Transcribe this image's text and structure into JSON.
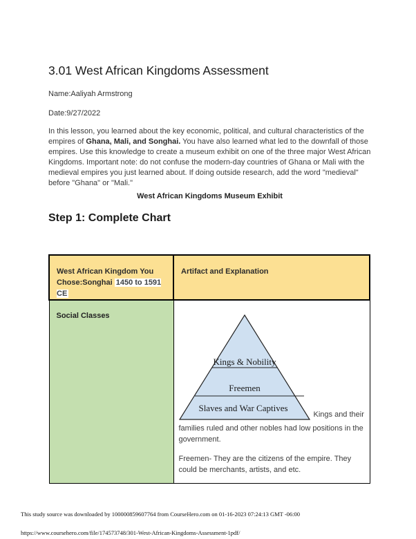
{
  "page": {
    "title": "3.01 West African Kingdoms Assessment",
    "name_line": "Name:Aaliyah Armstrong",
    "date_line": "Date:9/27/2022",
    "intro": {
      "pre_bold": "In this lesson, you learned about the key economic, political, and cultural characteristics of the empires of ",
      "bold": "Ghana, Mali, and Songhai.",
      "post_bold": " You have also learned what led to the downfall of those empires. Use this knowledge to create a museum exhibit on one of the three major West African Kingdoms. Important note: do not confuse the modern-day countries of Ghana or Mali with the medieval empires you just learned about. If doing outside research, add the word \"medieval\" before \"Ghana\" or \"Mali.\"",
      "exhibit_heading": "West African Kingdoms Museum Exhibit",
      "step_heading": "Step 1: Complete Chart"
    }
  },
  "table": {
    "header": {
      "col1_pre": "West African Kingdom You Chose:Songhai ",
      "col1_highlight": "1450 to 1591 CE",
      "col2": "Artifact and Explanation"
    },
    "row": {
      "label": "Social Classes",
      "pyramid_levels": {
        "top": "Kings & Nobility",
        "middle": "Freemen",
        "bottom": "Slaves and War Captives"
      },
      "caption_inline": "Kings and their",
      "caption_rest": "families ruled and other nobles had low positions in the government.",
      "caption_para2": "Freemen- They are the citizens of the empire. They could be merchants, artists, and etc."
    }
  },
  "colors": {
    "header_bg": "#fce093",
    "row_bg": "#c4dfaf",
    "pyramid_fill": "#cfe0f1",
    "highlight_bg": "#ffffff"
  },
  "footer": {
    "line1": "This study source was downloaded by 100000859607764 from CourseHero.com on 01-16-2023 07:24:13 GMT -06:00",
    "line2": "https://www.coursehero.com/file/174573748/301-West-African-Kingdoms-Assessment-1pdf/"
  }
}
